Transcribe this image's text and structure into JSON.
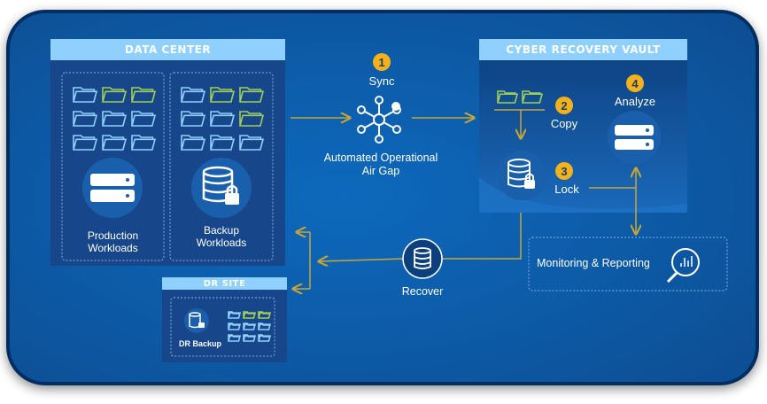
{
  "data_center": {
    "title": "DATA CENTER",
    "production_label": "Production\nWorkloads",
    "backup_label": "Backup\nWorkloads"
  },
  "vault": {
    "title": "CYBER RECOVERY VAULT",
    "steps": [
      {
        "number": "1",
        "label": "Sync"
      },
      {
        "number": "2",
        "label": "Copy"
      },
      {
        "number": "3",
        "label": "Lock"
      },
      {
        "number": "4",
        "label": "Analyze"
      }
    ]
  },
  "air_gap": {
    "label": "Automated Operational\nAir Gap"
  },
  "monitoring": {
    "label": "Monitoring & Reporting"
  },
  "recover": {
    "label": "Recover"
  },
  "dr_site": {
    "title": "DR SITE",
    "backup_label": "DR Backup"
  },
  "colors": {
    "background": "#0b5aa8",
    "panel": "#16478a",
    "header": "#8fd0ff",
    "folder_blue": "#8fd0ff",
    "folder_green": "#9fce5a",
    "arrow": "#c9a536",
    "badge": "#f3b21b"
  },
  "icons": [
    "folder-icon",
    "server-icon",
    "database-lock-icon",
    "hub-icon",
    "analytics-icon"
  ]
}
